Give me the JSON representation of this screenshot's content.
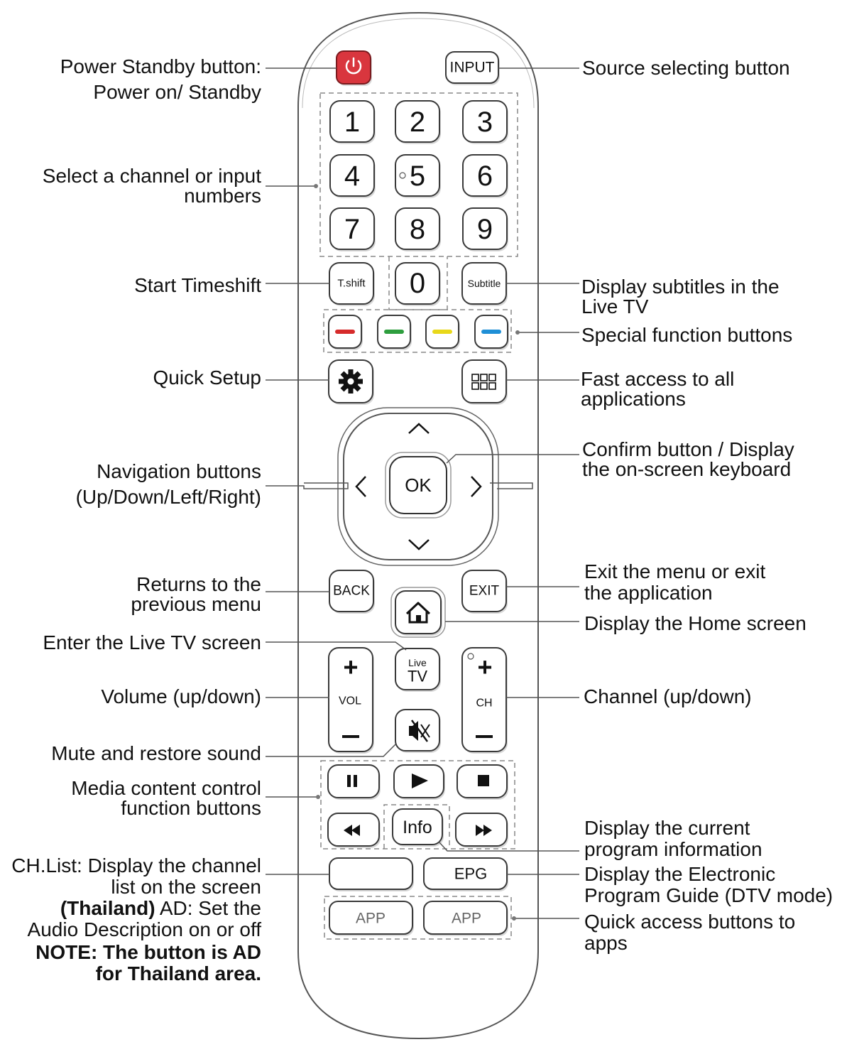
{
  "remote": {
    "power_icon": "power-icon",
    "input_label": "INPUT",
    "digits": [
      "1",
      "2",
      "3",
      "4",
      "5",
      "6",
      "7",
      "8",
      "9"
    ],
    "zero": "0",
    "tshift_label": "T.shift",
    "subtitle_label": "Subtitle",
    "color_keys": [
      "#d62b2b",
      "#2e9e3e",
      "#e8d81a",
      "#1f8fd6"
    ],
    "settings_icon": "gear-icon",
    "apps_icon": "app-grid-icon",
    "ok_label": "OK",
    "back_label": "BACK",
    "exit_label": "EXIT",
    "home_icon": "home-icon",
    "live_label_top": "Live",
    "live_label_bottom": "TV",
    "vol_label": "VOL",
    "ch_label": "CH",
    "mute_icon": "mute-icon",
    "info_label": "Info",
    "epg_label": "EPG",
    "app1_label": "APP",
    "app2_label": "APP",
    "power_color": "#d9363e"
  },
  "left_labels": {
    "power": [
      "Power Standby button:",
      "Power on/ Standby"
    ],
    "numbers": [
      "Select a channel or input",
      "numbers"
    ],
    "timeshift": [
      "Start Timeshift"
    ],
    "quick_setup": [
      "Quick Setup"
    ],
    "navigation": [
      "Navigation buttons",
      "(Up/Down/Left/Right)"
    ],
    "back": [
      "Returns to the",
      "previous menu"
    ],
    "live": [
      "Enter the Live TV screen"
    ],
    "volume": [
      "Volume (up/down)"
    ],
    "mute": [
      "Mute and restore sound"
    ],
    "media": [
      "Media content control",
      "function buttons"
    ],
    "chlist_1": "CH.List: Display the channel",
    "chlist_2": "list on the screen",
    "chlist_3_bold": "(Thailand)",
    "chlist_3_rest": " AD: Set the",
    "chlist_4": "Audio Description on or off",
    "note_1": "NOTE: The button is AD",
    "note_2": "for Thailand area."
  },
  "right_labels": {
    "source": [
      "Source selecting button"
    ],
    "subtitles": [
      "Display subtitles in the",
      "Live TV"
    ],
    "special": [
      "Special function buttons"
    ],
    "apps": [
      "Fast access to all",
      "applications"
    ],
    "confirm": [
      "Confirm button / Display",
      "the on-screen keyboard"
    ],
    "exit": [
      "Exit the menu or exit",
      "the application"
    ],
    "home": [
      "Display the Home screen"
    ],
    "channel": [
      "Channel (up/down)"
    ],
    "info": [
      "Display the current",
      "program information"
    ],
    "epg": [
      "Display the Electronic",
      "Program Guide (DTV mode)"
    ],
    "quick_apps": [
      "Quick access buttons to",
      "apps"
    ]
  }
}
